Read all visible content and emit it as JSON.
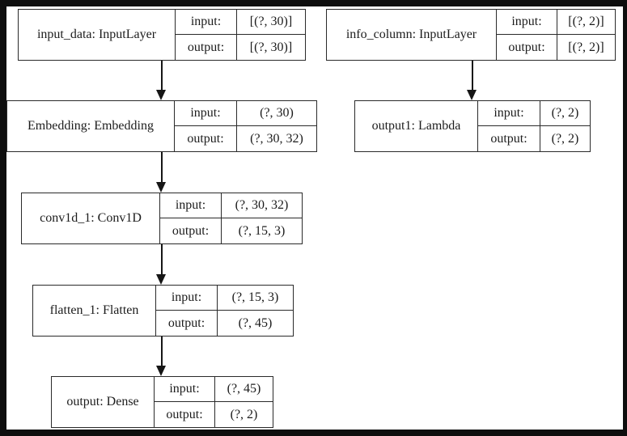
{
  "colors": {
    "frame_background": "#0e0e0e",
    "canvas_background": "#ffffff",
    "node_border": "#2a2a2a",
    "text": "#1c1c1c",
    "edge": "#161616"
  },
  "diagram": {
    "nodes": [
      {
        "id": "input_data",
        "label": "input_data: InputLayer",
        "rows": [
          {
            "key": "input:",
            "value": "[(?, 30)]"
          },
          {
            "key": "output:",
            "value": "[(?, 30)]"
          }
        ]
      },
      {
        "id": "info_column",
        "label": "info_column: InputLayer",
        "rows": [
          {
            "key": "input:",
            "value": "[(?, 2)]"
          },
          {
            "key": "output:",
            "value": "[(?, 2)]"
          }
        ]
      },
      {
        "id": "Embedding",
        "label": "Embedding: Embedding",
        "rows": [
          {
            "key": "input:",
            "value": "(?, 30)"
          },
          {
            "key": "output:",
            "value": "(?, 30, 32)"
          }
        ]
      },
      {
        "id": "output1",
        "label": "output1: Lambda",
        "rows": [
          {
            "key": "input:",
            "value": "(?, 2)"
          },
          {
            "key": "output:",
            "value": "(?, 2)"
          }
        ]
      },
      {
        "id": "conv1d_1",
        "label": "conv1d_1: Conv1D",
        "rows": [
          {
            "key": "input:",
            "value": "(?, 30, 32)"
          },
          {
            "key": "output:",
            "value": "(?, 15, 3)"
          }
        ]
      },
      {
        "id": "flatten_1",
        "label": "flatten_1: Flatten",
        "rows": [
          {
            "key": "input:",
            "value": "(?, 15, 3)"
          },
          {
            "key": "output:",
            "value": "(?, 45)"
          }
        ]
      },
      {
        "id": "output",
        "label": "output: Dense",
        "rows": [
          {
            "key": "input:",
            "value": "(?, 45)"
          },
          {
            "key": "output:",
            "value": "(?, 2)"
          }
        ]
      }
    ],
    "edges": [
      {
        "from": "input_data",
        "to": "Embedding"
      },
      {
        "from": "info_column",
        "to": "output1"
      },
      {
        "from": "Embedding",
        "to": "conv1d_1"
      },
      {
        "from": "conv1d_1",
        "to": "flatten_1"
      },
      {
        "from": "flatten_1",
        "to": "output"
      }
    ]
  }
}
